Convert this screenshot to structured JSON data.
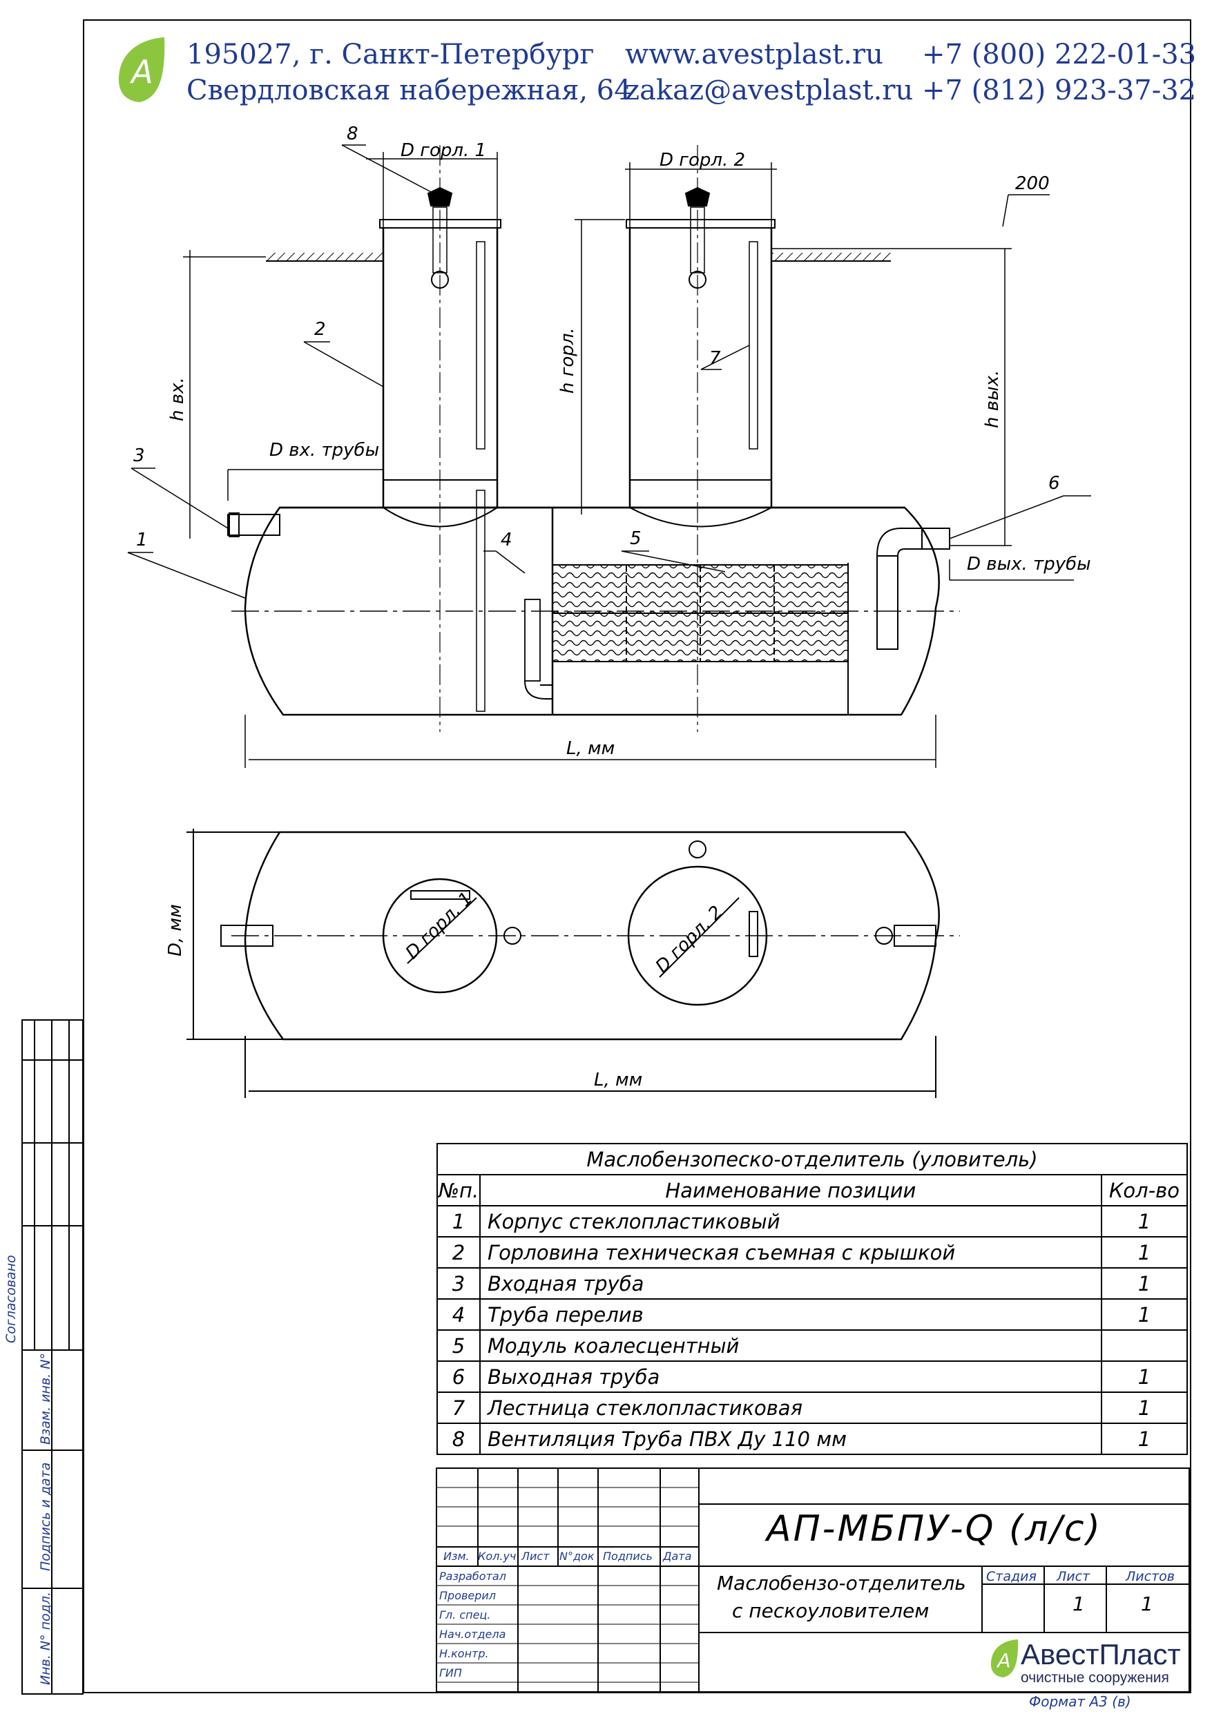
{
  "header": {
    "address_line1": "195027, г. Санкт-Петербург",
    "address_line2": "Свердловская набережная, 64",
    "website": "www.avestplast.ru",
    "email": "zakaz@avestplast.ru",
    "phone1": "+7 (800) 222-01-33",
    "phone2": "+7 (812) 923-37-32",
    "logo_letter": "А"
  },
  "drawing": {
    "label_d_neck1": "D горл. 1",
    "label_d_neck2": "D горл. 2",
    "label_200": "200",
    "label_h_in": "h вх.",
    "label_h_neck": "h горл.",
    "label_h_out": "h вых.",
    "label_d_in_pipe": "D вх. трубы",
    "label_d_out_pipe": "D вых. трубы",
    "label_L": "L, мм",
    "label_D": "D, мм",
    "callouts": [
      "1",
      "2",
      "3",
      "4",
      "5",
      "6",
      "7",
      "8"
    ]
  },
  "table": {
    "title": "Маслобензопеско-отделитель (уловитель)",
    "col_num": "№п.",
    "col_name": "Наименование позиции",
    "col_qty": "Кол-во",
    "rows": [
      {
        "n": "1",
        "name": "Корпус стеклопластиковый",
        "qty": "1"
      },
      {
        "n": "2",
        "name": "Горловина техническая съемная с крышкой",
        "qty": "1"
      },
      {
        "n": "3",
        "name": "Входная труба",
        "qty": "1"
      },
      {
        "n": "4",
        "name": "Труба перелив",
        "qty": "1"
      },
      {
        "n": "5",
        "name": "Модуль коалесцентный",
        "qty": ""
      },
      {
        "n": "6",
        "name": "Выходная труба",
        "qty": "1"
      },
      {
        "n": "7",
        "name": "Лестница стеклопластиковая",
        "qty": "1"
      },
      {
        "n": "8",
        "name": "Вентиляция Труба ПВХ Ду 110 мм",
        "qty": "1"
      }
    ]
  },
  "stamp": {
    "designation": "АП-МБПУ-Q (л/с)",
    "doc_title_1": "Маслобензо-отделитель",
    "doc_title_2": "с пескоуловителем",
    "col_izm": "Изм.",
    "col_kol": "Кол.уч",
    "col_list": "Лист",
    "col_ndok": "N°док",
    "col_podp": "Подпись",
    "col_data": "Дата",
    "stage_label": "Стадия",
    "sheet_label": "Лист",
    "sheets_label": "Листов",
    "sheet_value": "1",
    "sheets_value": "1",
    "roles": [
      "Разработал",
      "Проверил",
      "Гл. спец.",
      "Нач.отдела",
      "Н.контр.",
      "ГИП"
    ],
    "company_name": "АвестПласт",
    "company_sub": "очистные сооружения",
    "format": "Формат А3 (в)"
  },
  "side_stamp": {
    "agreed": "Согласовано",
    "inv_replace": "Взам. инв. N°",
    "sign_date": "Подпись и дата",
    "inv_orig": "Инв. N° подл."
  },
  "colors": {
    "brand_blue": "#1f3a93",
    "logo_green": "#8cc63f"
  }
}
